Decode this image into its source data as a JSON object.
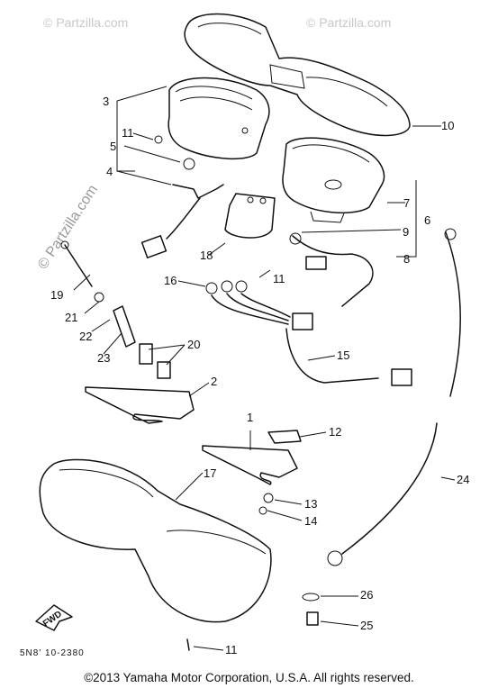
{
  "diagram": {
    "part_code": "5N8' 10-2380",
    "forward_label": "FWD",
    "callouts": [
      "1",
      "2",
      "3",
      "4",
      "5",
      "6",
      "7",
      "8",
      "9",
      "10",
      "11",
      "12",
      "13",
      "14",
      "15",
      "16",
      "17",
      "18",
      "19",
      "20",
      "21",
      "22",
      "23",
      "24",
      "25",
      "26"
    ],
    "watermarks": [
      "© Partzilla.com",
      "© Partzilla.com"
    ]
  },
  "footer": {
    "copyright": "©2013  Yamaha Motor Corporation, U.S.A. All rights reserved."
  }
}
